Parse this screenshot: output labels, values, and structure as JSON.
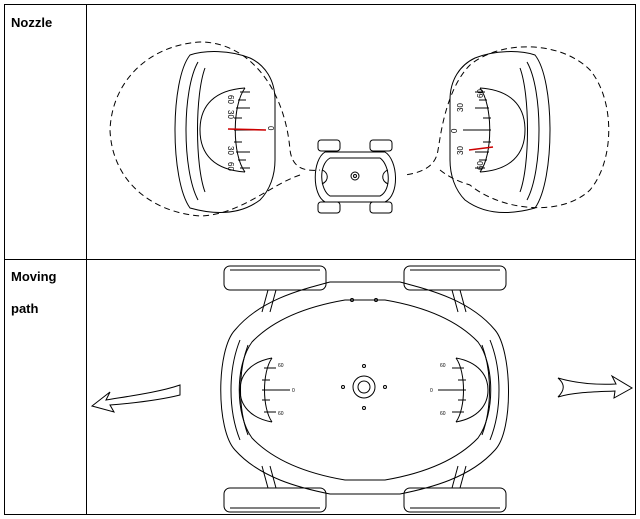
{
  "rows": [
    {
      "label": "Nozzle"
    },
    {
      "label_line1": "Moving",
      "label_line2": "path"
    }
  ],
  "gauge_ticks": [
    "60",
    "30",
    "0",
    "30",
    "60"
  ],
  "colors": {
    "line": "#000000",
    "needle": "#cc0000"
  }
}
